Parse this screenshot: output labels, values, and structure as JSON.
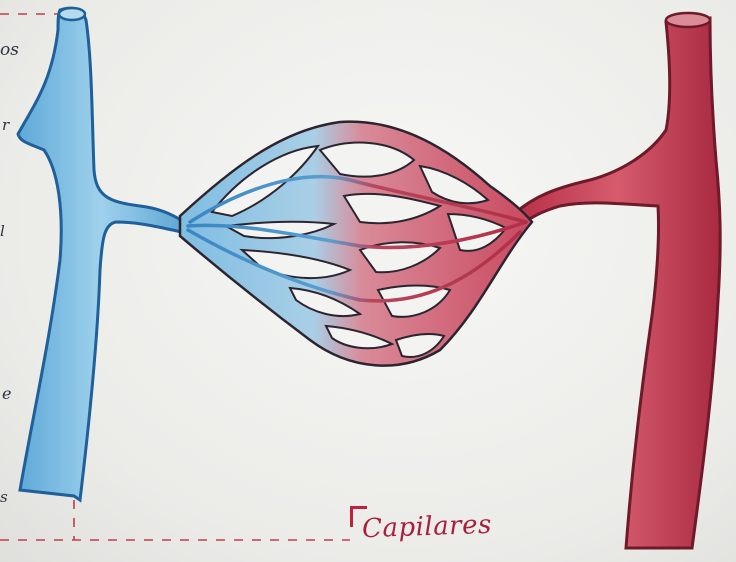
{
  "labels": {
    "capillaries": "Capilares",
    "margin_fragments": [
      "os",
      "r",
      "l",
      "e",
      "s"
    ]
  },
  "colors": {
    "vein_blue": "#86c2e4",
    "vein_outline": "#1f5f9a",
    "artery_red": "#c23f55",
    "artery_outline": "#6e1a28",
    "capillary_label": "#a81f3c",
    "guide_line": "#c63b4d"
  }
}
